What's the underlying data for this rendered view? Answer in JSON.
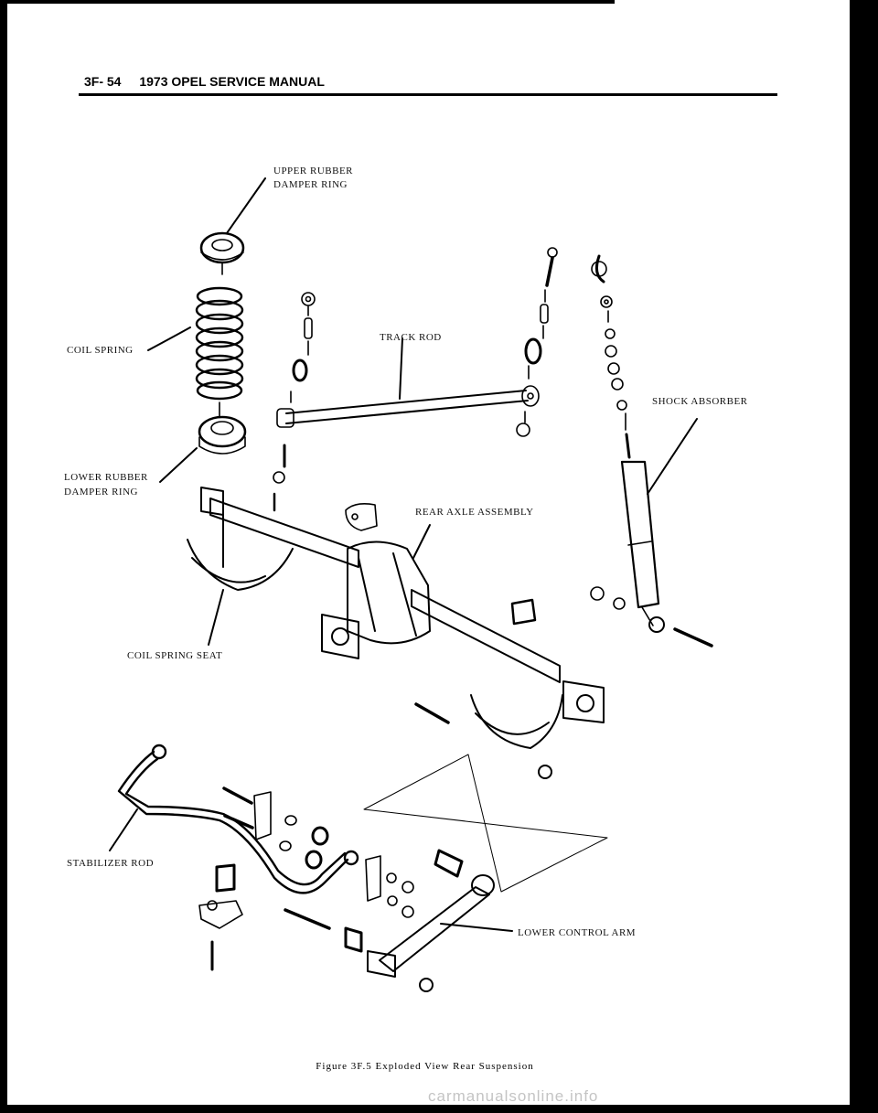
{
  "header": {
    "page_number": "3F- 54",
    "title": "1973 OPEL SERVICE MANUAL"
  },
  "labels": {
    "upper_damper_1": "UPPER RUBBER",
    "upper_damper_2": "DAMPER RING",
    "coil_spring": "COIL SPRING",
    "track_rod": "TRACK ROD",
    "shock_absorber": "SHOCK ABSORBER",
    "lower_damper_1": "LOWER RUBBER",
    "lower_damper_2": "DAMPER RING",
    "rear_axle": "REAR AXLE ASSEMBLY",
    "coil_spring_seat": "COIL SPRING SEAT",
    "stabilizer_rod": "STABILIZER ROD",
    "lower_control_arm": "LOWER CONTROL ARM"
  },
  "caption": "Figure 3F.5 Exploded View Rear Suspension",
  "watermark": "carmanualsonline.info"
}
